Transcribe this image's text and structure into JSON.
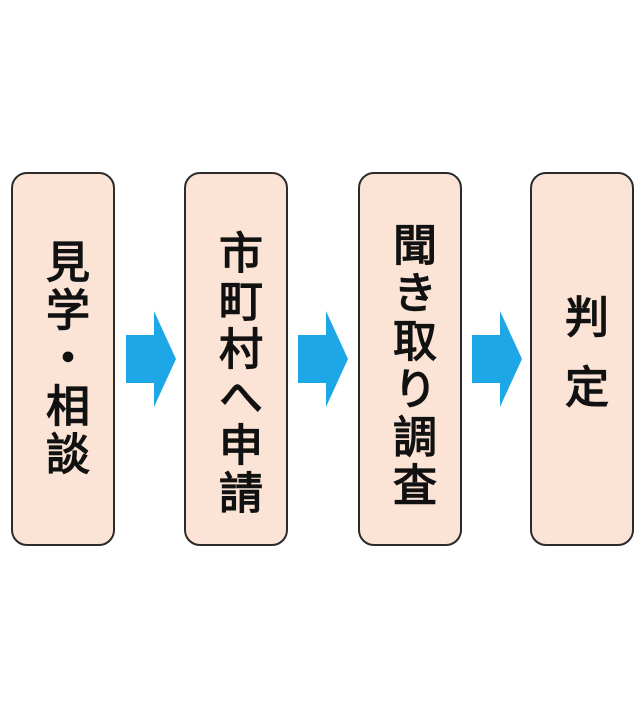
{
  "steps": [
    {
      "label": "見学・相談"
    },
    {
      "label": "市町村へ申請"
    },
    {
      "label": "聞き取り調査"
    },
    {
      "label": "判定"
    }
  ],
  "colors": {
    "box_fill": "#fbe3d6",
    "box_border": "#2b2b2b",
    "arrow_fill": "#1ea7e6",
    "text": "#111111"
  }
}
